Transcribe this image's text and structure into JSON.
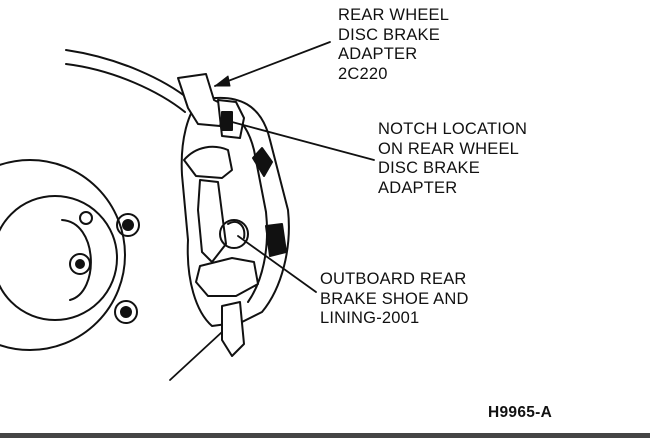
{
  "labels": {
    "adapter": [
      "REAR WHEEL",
      "DISC BRAKE",
      "ADAPTER",
      "2C220"
    ],
    "notch": [
      "NOTCH LOCATION",
      "ON REAR WHEEL",
      "DISC BRAKE",
      "ADAPTER"
    ],
    "shoe": [
      "OUTBOARD REAR",
      "BRAKE SHOE AND",
      "LINING-2001"
    ]
  },
  "figure_id": "H9965-A",
  "colors": {
    "ink": "#111111",
    "bottom_bar": "#454545"
  }
}
